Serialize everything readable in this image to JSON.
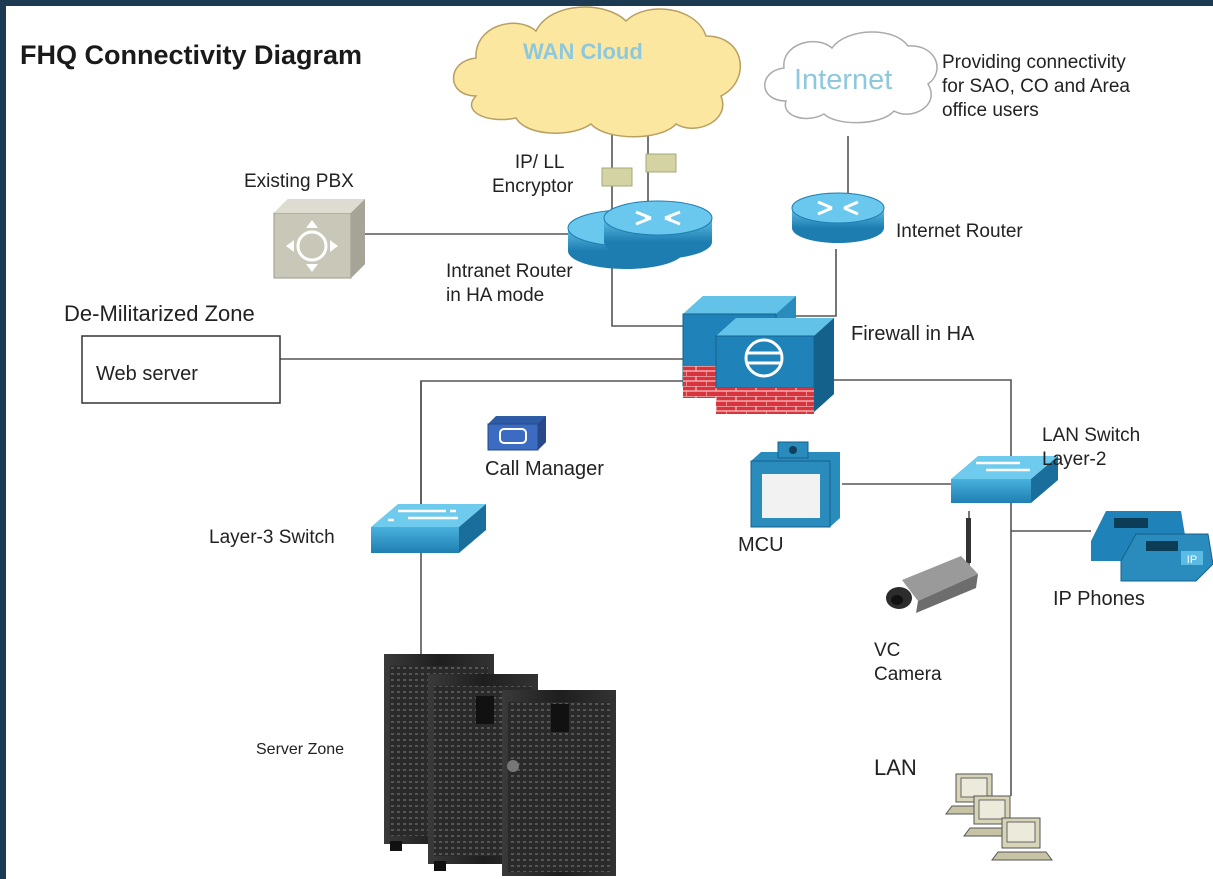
{
  "diagram": {
    "title": "FHQ Connectivity Diagram",
    "wan_cloud": "WAN Cloud",
    "internet": "Internet",
    "internet_note": [
      "Providing connectivity",
      "for SAO, CO and Area",
      "office users"
    ],
    "existing_pbx": "Existing PBX",
    "encryptor": [
      "IP/ LL",
      "Encryptor"
    ],
    "internet_router": "Internet  Router",
    "intranet_router": [
      "Intranet  Router",
      "in HA mode"
    ],
    "dmz": "De-Militarized Zone",
    "web_server": "Web server",
    "firewall": "Firewall in HA",
    "call_manager": "Call Manager",
    "lan_switch": [
      "LAN Switch",
      "Layer-2"
    ],
    "layer3_switch": "Layer-3 Switch",
    "mcu": "MCU",
    "ip_phones": "IP Phones",
    "vc_camera": [
      "VC",
      "Camera"
    ],
    "server_zone": "Server  Zone",
    "lan": "LAN"
  },
  "colors": {
    "frame": "#1c3a52",
    "cloud_wan": "#fbe7a0",
    "cloud_text": "#8ec8de",
    "device_blue": "#2a8bbd",
    "firewall_brick": "#d9343e",
    "encryptor_box": "#d4d3a4",
    "server_dark": "#2b2b2b"
  }
}
